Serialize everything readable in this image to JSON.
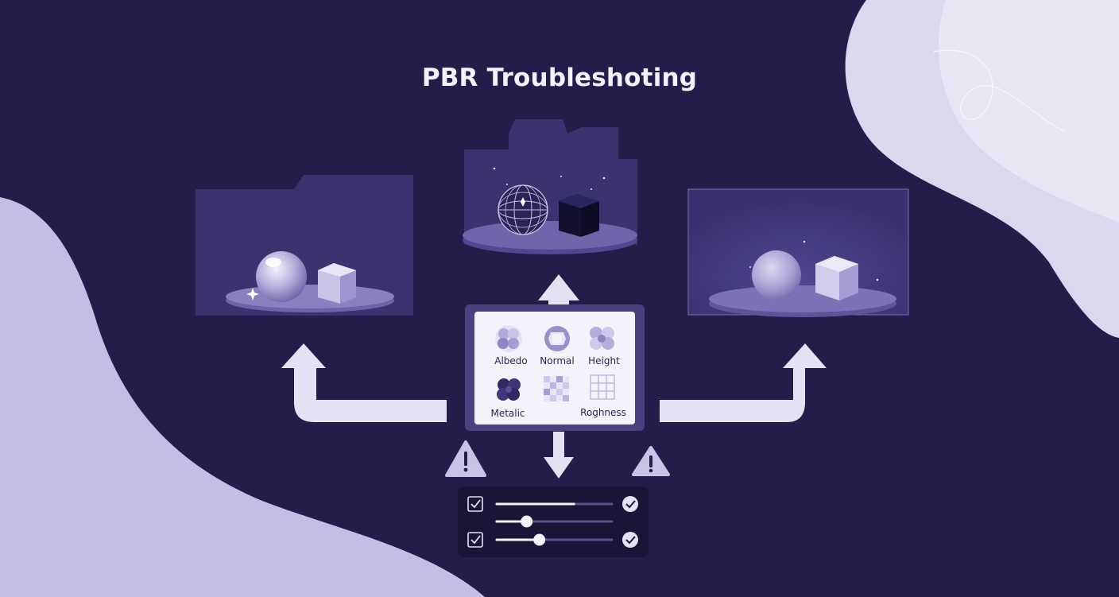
{
  "title": "PBR Troubleshoting",
  "colors": {
    "background": "#221d49",
    "blob": "#c5bde3",
    "panel": "#3b3370",
    "arrow": "#e4e1f3",
    "card_inner": "#f4f2fb",
    "text_dark": "#2a2555"
  },
  "maps": [
    {
      "label": "Albedo",
      "icon": "albedo-spheres-icon"
    },
    {
      "label": "Normal",
      "icon": "normal-map-icon"
    },
    {
      "label": "Height",
      "icon": "height-blob-icon"
    },
    {
      "label": "Metalic",
      "icon": "metallic-circles-icon"
    },
    {
      "label": "",
      "icon": "checker-pattern-icon"
    },
    {
      "label": "Roghness",
      "icon": "roughness-grid-icon"
    }
  ],
  "controls": [
    {
      "checked": true,
      "value": 0.67,
      "ok": true,
      "has_checkbox": true
    },
    {
      "checked": false,
      "value": 0.26,
      "ok": false,
      "has_checkbox": false
    },
    {
      "checked": true,
      "value": 0.37,
      "ok": true,
      "has_checkbox": true
    }
  ],
  "scenes": [
    {
      "name": "scene-left",
      "objects": [
        "glossy-sphere",
        "cube"
      ]
    },
    {
      "name": "scene-top",
      "objects": [
        "wireframe-sphere",
        "dark-cube"
      ]
    },
    {
      "name": "scene-right",
      "objects": [
        "matte-sphere",
        "cube"
      ]
    }
  ],
  "warnings": [
    "warning-left",
    "warning-right"
  ]
}
